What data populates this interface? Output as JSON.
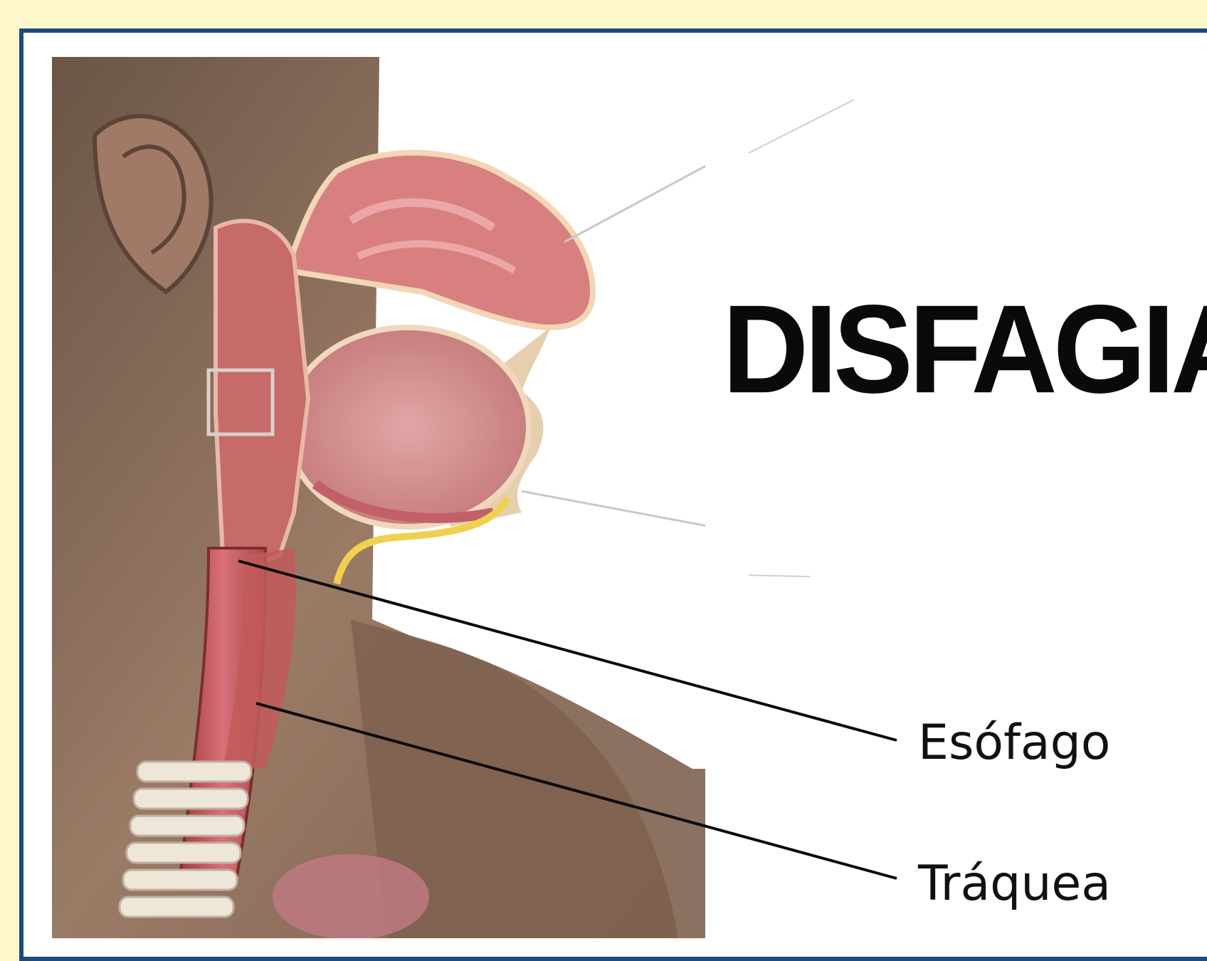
{
  "title": "DISFAGIA",
  "labels": {
    "esofago": "Esófago",
    "traquea": "Tráquea"
  },
  "colors": {
    "background": "#fdf8cc",
    "frame_border": "#1f4a7e",
    "skin": "#8a6a58",
    "tissue": "#d97a7a",
    "label_text": "#111111"
  },
  "illustration": "head-neck-cross-section"
}
